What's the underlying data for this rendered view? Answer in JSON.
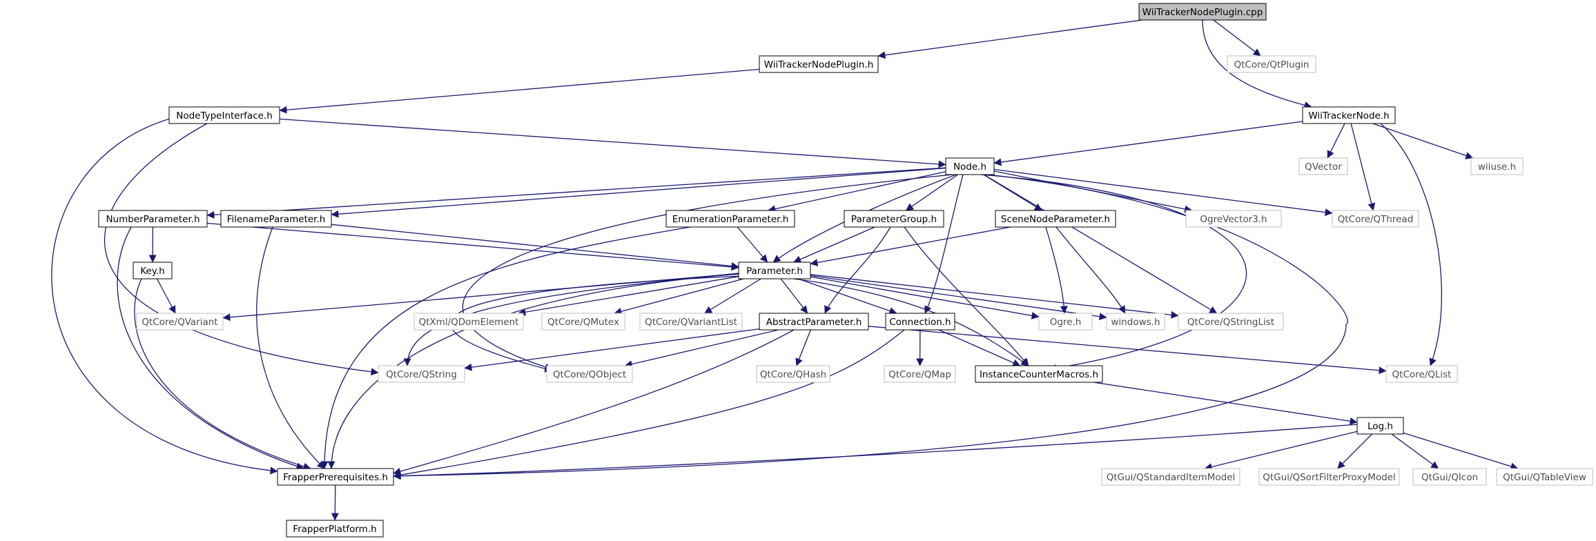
{
  "diagram": {
    "type": "include-dependency-graph",
    "colors": {
      "edge": "#191970",
      "node_border_project": "#000000",
      "node_border_external": "#bfbfbf",
      "node_fill_root": "#bfbfbf",
      "node_fill": "#ffffff",
      "text_project": "#000000",
      "text_external": "#4d4d4d"
    },
    "nodes": [
      {
        "id": "cpp",
        "label": "WiiTrackerNodePlugin.cpp",
        "kind": "root"
      },
      {
        "id": "plugin_h",
        "label": "WiiTrackerNodePlugin.h",
        "kind": "project"
      },
      {
        "id": "qtplugin",
        "label": "QtCore/QtPlugin",
        "kind": "external"
      },
      {
        "id": "trackernode_h",
        "label": "WiiTrackerNode.h",
        "kind": "project"
      },
      {
        "id": "nodetype_h",
        "label": "NodeTypeInterface.h",
        "kind": "project"
      },
      {
        "id": "node_h",
        "label": "Node.h",
        "kind": "project"
      },
      {
        "id": "qvector",
        "label": "QVector",
        "kind": "external"
      },
      {
        "id": "wiiuse",
        "label": "wiiuse.h",
        "kind": "external"
      },
      {
        "id": "numparam_h",
        "label": "NumberParameter.h",
        "kind": "project"
      },
      {
        "id": "fileparam_h",
        "label": "FilenameParameter.h",
        "kind": "project"
      },
      {
        "id": "enumparam_h",
        "label": "EnumerationParameter.h",
        "kind": "project"
      },
      {
        "id": "paramgroup_h",
        "label": "ParameterGroup.h",
        "kind": "project"
      },
      {
        "id": "sceneparam_h",
        "label": "SceneNodeParameter.h",
        "kind": "project"
      },
      {
        "id": "ogrevec",
        "label": "OgreVector3.h",
        "kind": "external"
      },
      {
        "id": "qthread",
        "label": "QtCore/QThread",
        "kind": "external"
      },
      {
        "id": "key_h",
        "label": "Key.h",
        "kind": "project"
      },
      {
        "id": "param_h",
        "label": "Parameter.h",
        "kind": "project"
      },
      {
        "id": "qvariant",
        "label": "QtCore/QVariant",
        "kind": "external"
      },
      {
        "id": "qdom",
        "label": "QtXml/QDomElement",
        "kind": "external"
      },
      {
        "id": "qmutex",
        "label": "QtCore/QMutex",
        "kind": "external"
      },
      {
        "id": "qvarlist",
        "label": "QtCore/QVariantList",
        "kind": "external"
      },
      {
        "id": "absparam_h",
        "label": "AbstractParameter.h",
        "kind": "project"
      },
      {
        "id": "conn_h",
        "label": "Connection.h",
        "kind": "project"
      },
      {
        "id": "ogre_h",
        "label": "Ogre.h",
        "kind": "external"
      },
      {
        "id": "windows_h",
        "label": "windows.h",
        "kind": "external"
      },
      {
        "id": "qstrlist",
        "label": "QtCore/QStringList",
        "kind": "external"
      },
      {
        "id": "qstring",
        "label": "QtCore/QString",
        "kind": "external"
      },
      {
        "id": "qobject",
        "label": "QtCore/QObject",
        "kind": "external"
      },
      {
        "id": "qhash",
        "label": "QtCore/QHash",
        "kind": "external"
      },
      {
        "id": "qmap",
        "label": "QtCore/QMap",
        "kind": "external"
      },
      {
        "id": "icm_h",
        "label": "InstanceCounterMacros.h",
        "kind": "project"
      },
      {
        "id": "qlist",
        "label": "QtCore/QList",
        "kind": "external"
      },
      {
        "id": "log_h",
        "label": "Log.h",
        "kind": "project"
      },
      {
        "id": "prereq_h",
        "label": "FrapperPrerequisites.h",
        "kind": "project"
      },
      {
        "id": "qsim",
        "label": "QtGui/QStandardItemModel",
        "kind": "external"
      },
      {
        "id": "qsfpm",
        "label": "QtGui/QSortFilterProxyModel",
        "kind": "external"
      },
      {
        "id": "qicon",
        "label": "QtGui/QIcon",
        "kind": "external"
      },
      {
        "id": "qtableview",
        "label": "QtGui/QTableView",
        "kind": "external"
      },
      {
        "id": "platform_h",
        "label": "FrapperPlatform.h",
        "kind": "project"
      }
    ],
    "edges": [
      [
        "cpp",
        "plugin_h"
      ],
      [
        "cpp",
        "qtplugin"
      ],
      [
        "cpp",
        "trackernode_h"
      ],
      [
        "plugin_h",
        "nodetype_h"
      ],
      [
        "nodetype_h",
        "node_h"
      ],
      [
        "nodetype_h",
        "qstring"
      ],
      [
        "nodetype_h",
        "prereq_h"
      ],
      [
        "trackernode_h",
        "node_h"
      ],
      [
        "trackernode_h",
        "qvector"
      ],
      [
        "trackernode_h",
        "wiiuse"
      ],
      [
        "trackernode_h",
        "qthread"
      ],
      [
        "trackernode_h",
        "qlist"
      ],
      [
        "node_h",
        "numparam_h"
      ],
      [
        "node_h",
        "fileparam_h"
      ],
      [
        "node_h",
        "enumparam_h"
      ],
      [
        "node_h",
        "paramgroup_h"
      ],
      [
        "node_h",
        "sceneparam_h"
      ],
      [
        "node_h",
        "ogrevec"
      ],
      [
        "node_h",
        "qthread"
      ],
      [
        "node_h",
        "param_h"
      ],
      [
        "node_h",
        "conn_h"
      ],
      [
        "node_h",
        "qstrlist"
      ],
      [
        "node_h",
        "qobject"
      ],
      [
        "node_h",
        "icm_h"
      ],
      [
        "node_h",
        "prereq_h"
      ],
      [
        "numparam_h",
        "key_h"
      ],
      [
        "numparam_h",
        "param_h"
      ],
      [
        "numparam_h",
        "prereq_h"
      ],
      [
        "fileparam_h",
        "param_h"
      ],
      [
        "fileparam_h",
        "prereq_h"
      ],
      [
        "enumparam_h",
        "param_h"
      ],
      [
        "enumparam_h",
        "prereq_h"
      ],
      [
        "paramgroup_h",
        "param_h"
      ],
      [
        "paramgroup_h",
        "absparam_h"
      ],
      [
        "paramgroup_h",
        "icm_h"
      ],
      [
        "sceneparam_h",
        "param_h"
      ],
      [
        "sceneparam_h",
        "ogre_h"
      ],
      [
        "sceneparam_h",
        "windows_h"
      ],
      [
        "key_h",
        "qvariant"
      ],
      [
        "key_h",
        "prereq_h"
      ],
      [
        "param_h",
        "qvariant"
      ],
      [
        "param_h",
        "qdom"
      ],
      [
        "param_h",
        "qmutex"
      ],
      [
        "param_h",
        "qvarlist"
      ],
      [
        "param_h",
        "absparam_h"
      ],
      [
        "param_h",
        "conn_h"
      ],
      [
        "param_h",
        "ogre_h"
      ],
      [
        "param_h",
        "windows_h"
      ],
      [
        "param_h",
        "qstrlist"
      ],
      [
        "param_h",
        "qstring"
      ],
      [
        "param_h",
        "qobject"
      ],
      [
        "param_h",
        "icm_h"
      ],
      [
        "param_h",
        "prereq_h"
      ],
      [
        "absparam_h",
        "qstring"
      ],
      [
        "absparam_h",
        "qobject"
      ],
      [
        "absparam_h",
        "qhash"
      ],
      [
        "absparam_h",
        "qlist"
      ],
      [
        "absparam_h",
        "prereq_h"
      ],
      [
        "conn_h",
        "qmap"
      ],
      [
        "conn_h",
        "icm_h"
      ],
      [
        "conn_h",
        "prereq_h"
      ],
      [
        "icm_h",
        "log_h"
      ],
      [
        "log_h",
        "prereq_h"
      ],
      [
        "log_h",
        "qsim"
      ],
      [
        "log_h",
        "qsfpm"
      ],
      [
        "log_h",
        "qicon"
      ],
      [
        "log_h",
        "qtableview"
      ],
      [
        "prereq_h",
        "platform_h"
      ]
    ]
  }
}
